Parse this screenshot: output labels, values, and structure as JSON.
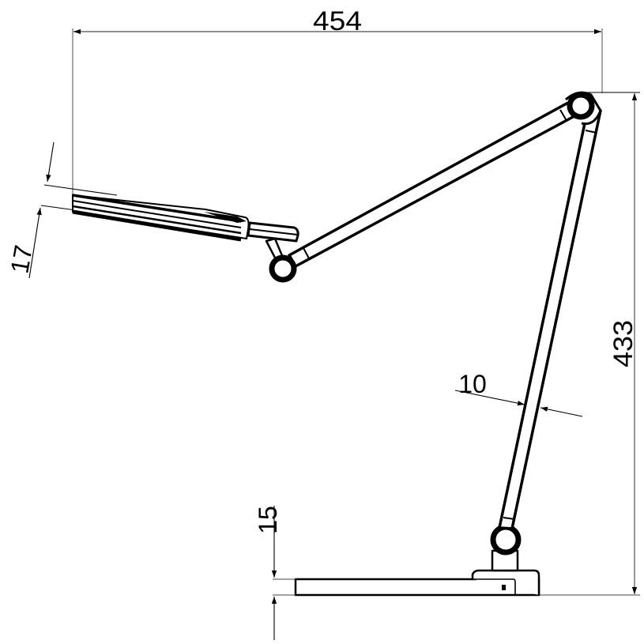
{
  "drawing": {
    "subject": "Desk lamp side view technical drawing",
    "line_color": "#000000",
    "dimension_line_color": "#6b6b6b",
    "background": "#ffffff"
  },
  "dimensions": {
    "overall_width": {
      "label": "454",
      "orientation": "horizontal"
    },
    "overall_height": {
      "label": "433",
      "orientation": "vertical"
    },
    "head_thickness": {
      "label": "17",
      "orientation": "angled"
    },
    "arm_thickness": {
      "label": "10",
      "orientation": "angled"
    },
    "base_thickness": {
      "label": "15",
      "orientation": "vertical"
    }
  },
  "components": [
    {
      "name": "lamp-head",
      "description": "Flat LED head panel"
    },
    {
      "name": "head-hinge",
      "description": "Joint connecting head to upper arm"
    },
    {
      "name": "upper-arm",
      "description": "Upper arm rod"
    },
    {
      "name": "top-joint",
      "description": "Elbow joint between arms"
    },
    {
      "name": "lower-arm",
      "description": "Lower arm rod"
    },
    {
      "name": "base-joint",
      "description": "Pivot at base"
    },
    {
      "name": "base",
      "description": "Flat rectangular base"
    }
  ]
}
